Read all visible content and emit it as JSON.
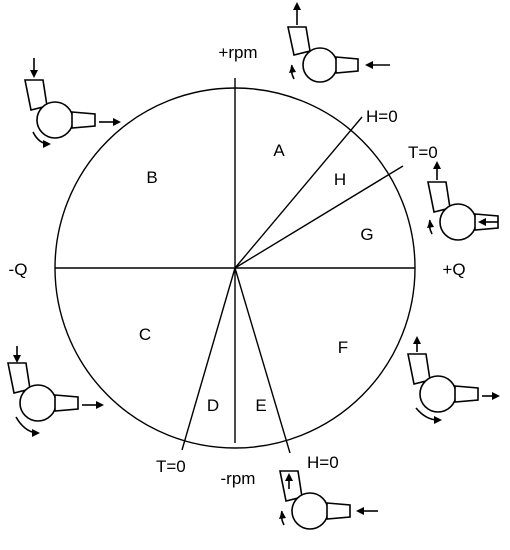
{
  "axes": {
    "top": "+rpm",
    "bottom": "-rpm",
    "left": "-Q",
    "right": "+Q"
  },
  "boundary_lines": {
    "upper_head_zero": "H=0",
    "upper_torque_zero": "T=0",
    "lower_torque_zero": "T=0",
    "lower_head_zero": "H=0"
  },
  "regions": [
    "A",
    "B",
    "C",
    "D",
    "E",
    "F",
    "G",
    "H"
  ]
}
